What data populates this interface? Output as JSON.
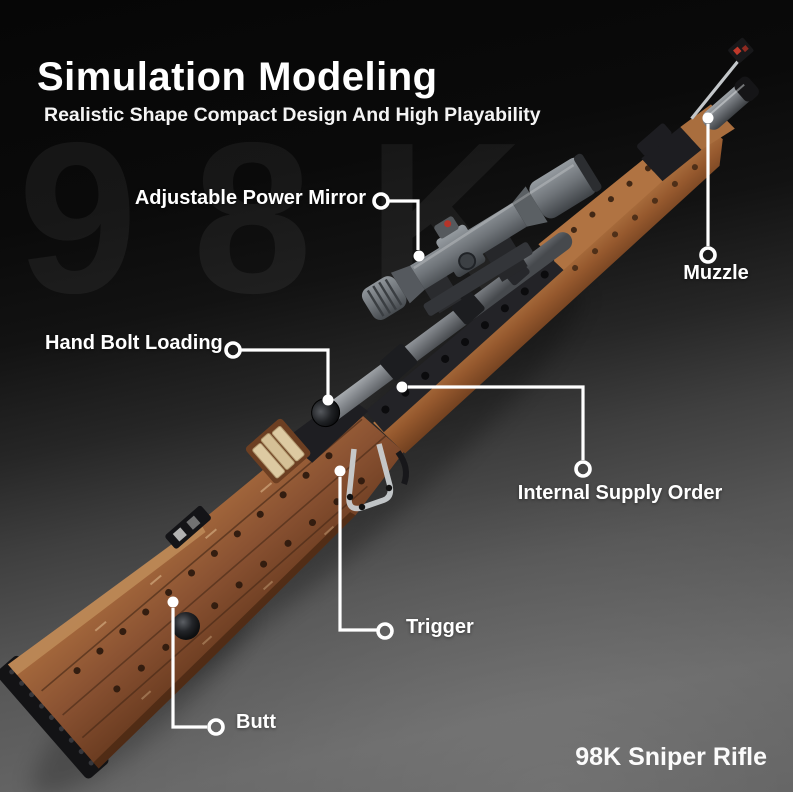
{
  "header": {
    "title": "Simulation Modeling",
    "subtitle": "Realistic Shape Compact Design And High Playability"
  },
  "watermark": "98K",
  "footer": {
    "product_name": "98K Sniper Rifle"
  },
  "callouts": [
    {
      "id": "power-mirror",
      "label": "Adjustable Power Mirror",
      "target_part": "scope"
    },
    {
      "id": "muzzle",
      "label": "Muzzle",
      "target_part": "barrel-tip"
    },
    {
      "id": "hand-bolt",
      "label": "Hand Bolt Loading",
      "target_part": "bolt-handle"
    },
    {
      "id": "supply-order",
      "label": "Internal Supply Order",
      "target_part": "receiver"
    },
    {
      "id": "trigger",
      "label": "Trigger",
      "target_part": "trigger-guard"
    },
    {
      "id": "butt",
      "label": "Butt",
      "target_part": "buttstock"
    }
  ],
  "colors": {
    "background_top": "#070707",
    "background_bottom": "#676767",
    "callout_line": "#ffffff",
    "stock_brown": "#8a5232",
    "handguard_copper": "#a8693a",
    "black_parts": "#1b1b1e",
    "scope_gray": "#70757a",
    "bolt_silver": "#b9c0c5",
    "clip_tan": "#d9c094",
    "sight_red": "#c0392b"
  }
}
